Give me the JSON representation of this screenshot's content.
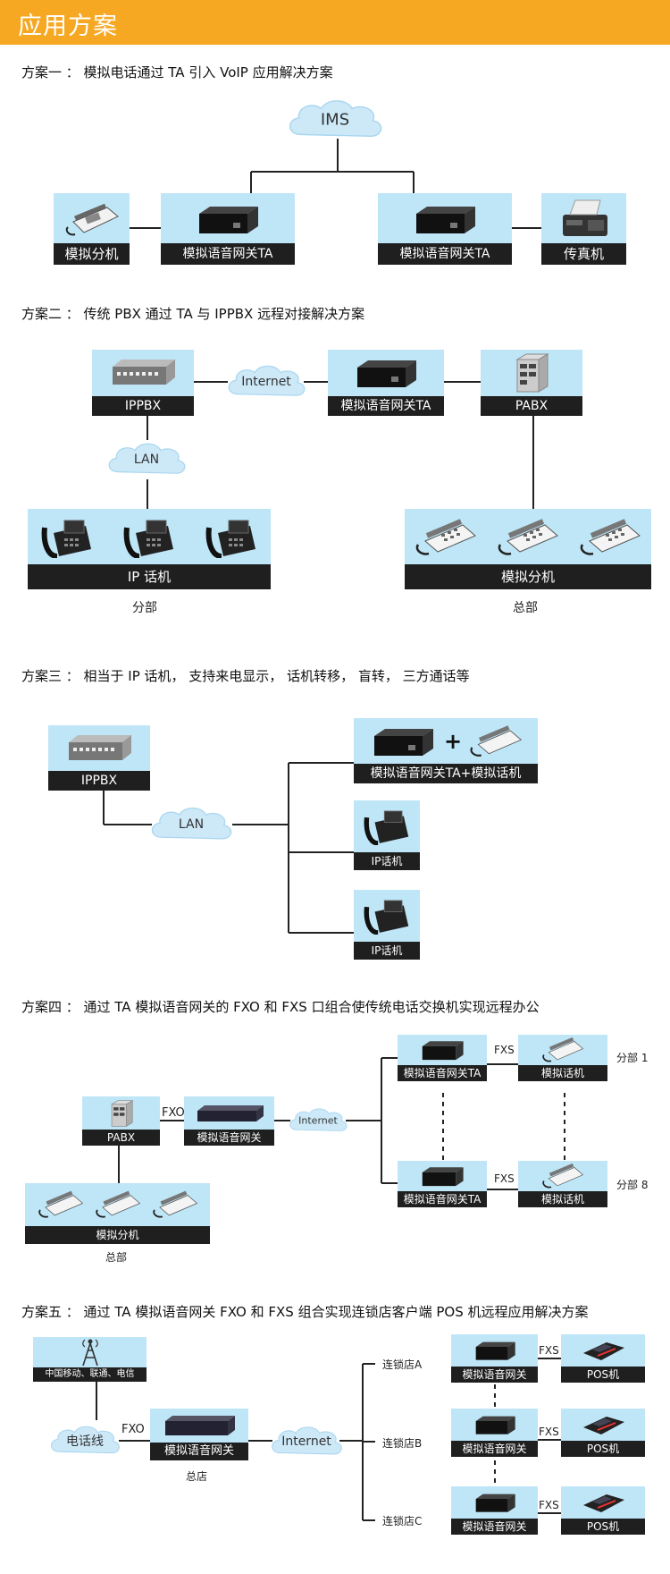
{
  "header": {
    "title": "应用方案"
  },
  "sections": [
    {
      "title": "方案一 ： 模拟电话通过 TA 引入 VoIP 应用解决方案"
    },
    {
      "title": "方案二 ： 传统 PBX 通过 TA 与 IPPBX 远程对接解决方案"
    },
    {
      "title": "方案三 ： 相当于 IP 话机， 支持来电显示， 话机转移， 盲转， 三方通话等"
    },
    {
      "title": "方案四 ： 通过 TA 模拟语音网关的 FXO 和 FXS 口组合使传统电话交换机实现远程办公"
    },
    {
      "title": "方案五 ： 通过 TA 模拟语音网关 FXO 和 FXS 组合实现连锁店客户端 POS 机远程应用解决方案"
    }
  ],
  "labels": {
    "ims": "IMS",
    "analog_ext": "模拟分机",
    "ta_gateway": "模拟语音网关TA",
    "fax": "传真机",
    "ippbx": "IPPBX",
    "internet": "Internet",
    "pabx": "PABX",
    "lan": "LAN",
    "ip_phone": "IP 话机",
    "branch": "分部",
    "hq": "总部",
    "ta_plus_analog": "模拟语音网关TA+模拟话机",
    "ip_phone_small": "IP话机",
    "fxo": "FXO",
    "fxs": "FXS",
    "analog_gateway": "模拟语音网关",
    "analog_phone": "模拟话机",
    "branch_1": "分部 1",
    "branch_8": "分部 8",
    "carriers": "中国移动、联通、电信",
    "phone_line": "电话线",
    "head_store": "总店",
    "chain_a": "连锁店A",
    "chain_b": "连锁店B",
    "chain_c": "连锁店C",
    "pos": "POS机",
    "plus": "+"
  },
  "colors": {
    "header": "#f7a823",
    "device_bg": "#bfe6f7",
    "label_bg": "#1f1f1f",
    "cloud": "#cde9f8"
  }
}
